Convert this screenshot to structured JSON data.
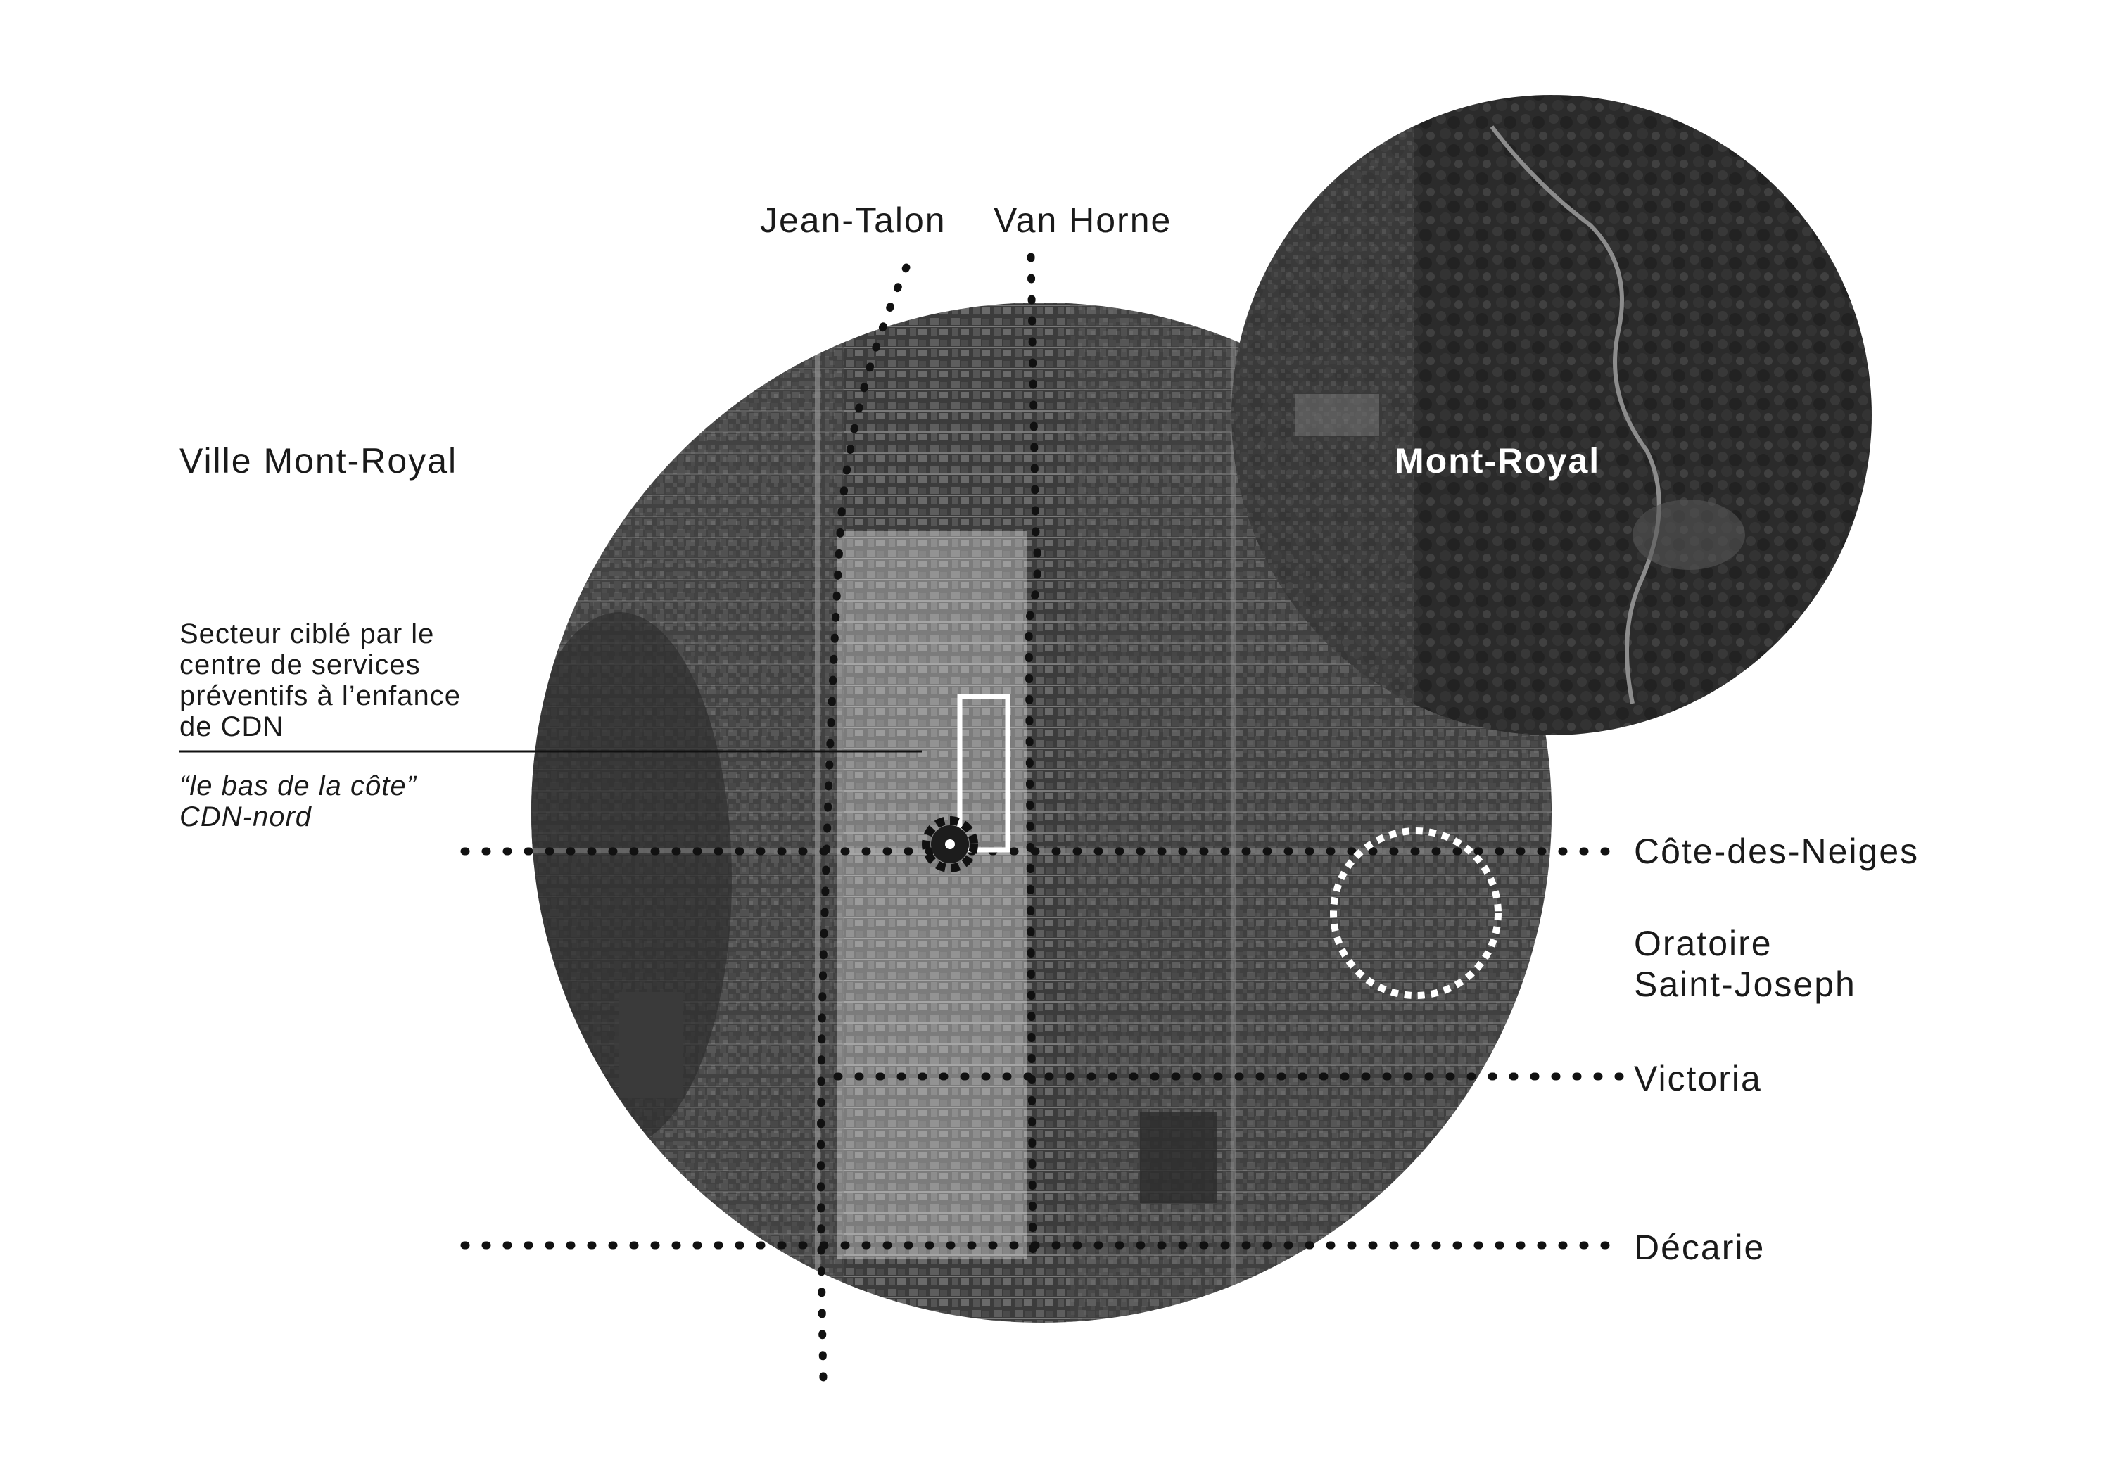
{
  "streets": {
    "jean_talon": "Jean-Talon",
    "van_horne": "Van Horne",
    "cote_des_neiges": "Côte-des-Neiges",
    "victoria": "Victoria",
    "decarie": "Décarie"
  },
  "places": {
    "ville_mont_royal": "Ville Mont-Royal",
    "mont_royal": "Mont-Royal",
    "oratoire_line1": "Oratoire",
    "oratoire_line2": "Saint-Joseph"
  },
  "annotation": {
    "line1": "Secteur ciblé par le",
    "line2": "centre de services",
    "line3": "préventifs à l’enfance",
    "line4": "de CDN",
    "quote_line1": "“le bas de la côte”",
    "quote_line2": "CDN-nord"
  },
  "colors": {
    "background": "#ffffff",
    "line": "#111111",
    "highlight": "#ffffff"
  }
}
